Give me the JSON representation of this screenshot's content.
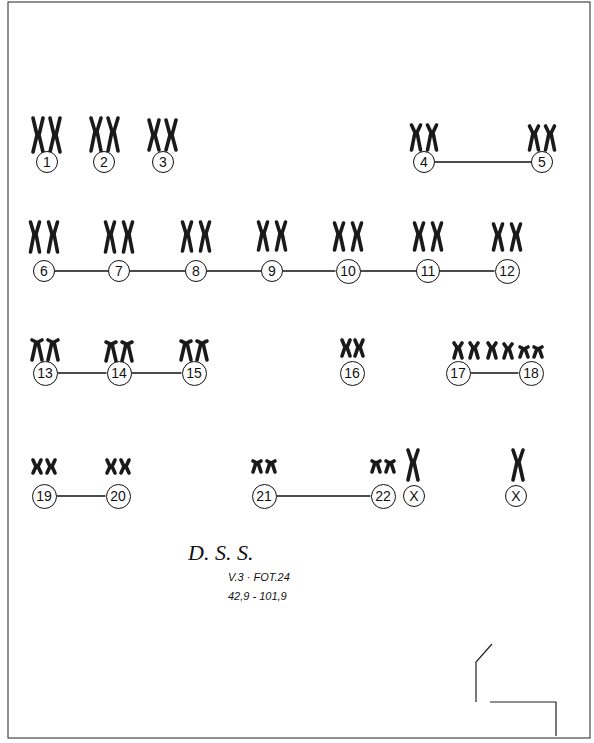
{
  "diagram": {
    "nodes": [
      {
        "text": [
          "1"
        ]
      },
      {
        "text": [
          "2"
        ]
      },
      {
        "text": [
          "3"
        ]
      },
      {
        "text": [
          "4"
        ]
      },
      {
        "text": [
          "5"
        ]
      },
      {
        "text": [
          "6"
        ]
      },
      {
        "text": [
          "7"
        ]
      },
      {
        "text": [
          "8"
        ]
      },
      {
        "text": [
          "9"
        ]
      },
      {
        "text": [
          "10"
        ]
      },
      {
        "text": [
          "11"
        ]
      },
      {
        "text": [
          "12"
        ]
      },
      {
        "text": [
          "13"
        ]
      },
      {
        "text": [
          "14"
        ]
      },
      {
        "text": [
          "15"
        ]
      },
      {
        "text": [
          "16"
        ]
      },
      {
        "text": [
          "17"
        ]
      },
      {
        "text": [
          "18"
        ]
      },
      {
        "text": [
          "19"
        ]
      },
      {
        "text": [
          "20"
        ]
      },
      {
        "text": [
          "21"
        ]
      },
      {
        "text": [
          "22"
        ]
      },
      {
        "text": [
          "X"
        ]
      },
      {
        "text": [
          "X"
        ]
      }
    ],
    "edges": [
      {
        "from": 3,
        "to": 4,
        "arrow": "none"
      },
      {
        "from": 5,
        "to": 6,
        "arrow": "none"
      },
      {
        "from": 6,
        "to": 7,
        "arrow": "none"
      },
      {
        "from": 7,
        "to": 8,
        "arrow": "none"
      },
      {
        "from": 8,
        "to": 9,
        "arrow": "none"
      },
      {
        "from": 9,
        "to": 10,
        "arrow": "none"
      },
      {
        "from": 10,
        "to": 11,
        "arrow": "none"
      },
      {
        "from": 12,
        "to": 13,
        "arrow": "none"
      },
      {
        "from": 13,
        "to": 14,
        "arrow": "none"
      },
      {
        "from": 16,
        "to": 17,
        "arrow": "none"
      },
      {
        "from": 18,
        "to": 19,
        "arrow": "none"
      },
      {
        "from": 20,
        "to": 21,
        "arrow": "none"
      }
    ],
    "labels": [
      "D. S. S.",
      "V.3 · FOT.24",
      "42,9 - 101,9"
    ]
  }
}
